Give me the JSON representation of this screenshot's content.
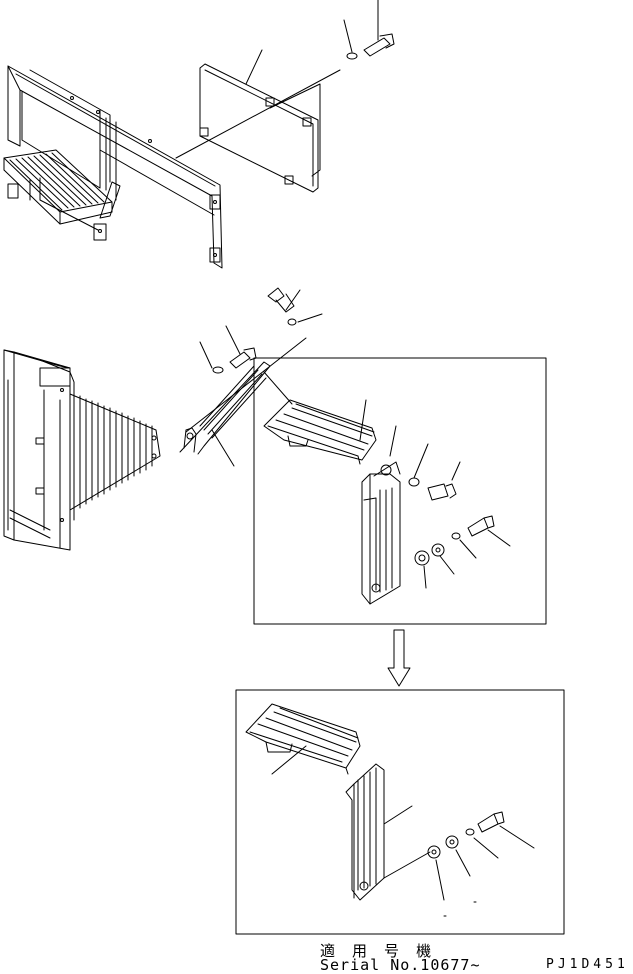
{
  "footer": {
    "applicability_label": "適 用 号 機",
    "serial_text": "Serial No.10677~",
    "drawing_code": "PJ1D451"
  },
  "colors": {
    "ink": "#000000",
    "paper": "#ffffff"
  }
}
